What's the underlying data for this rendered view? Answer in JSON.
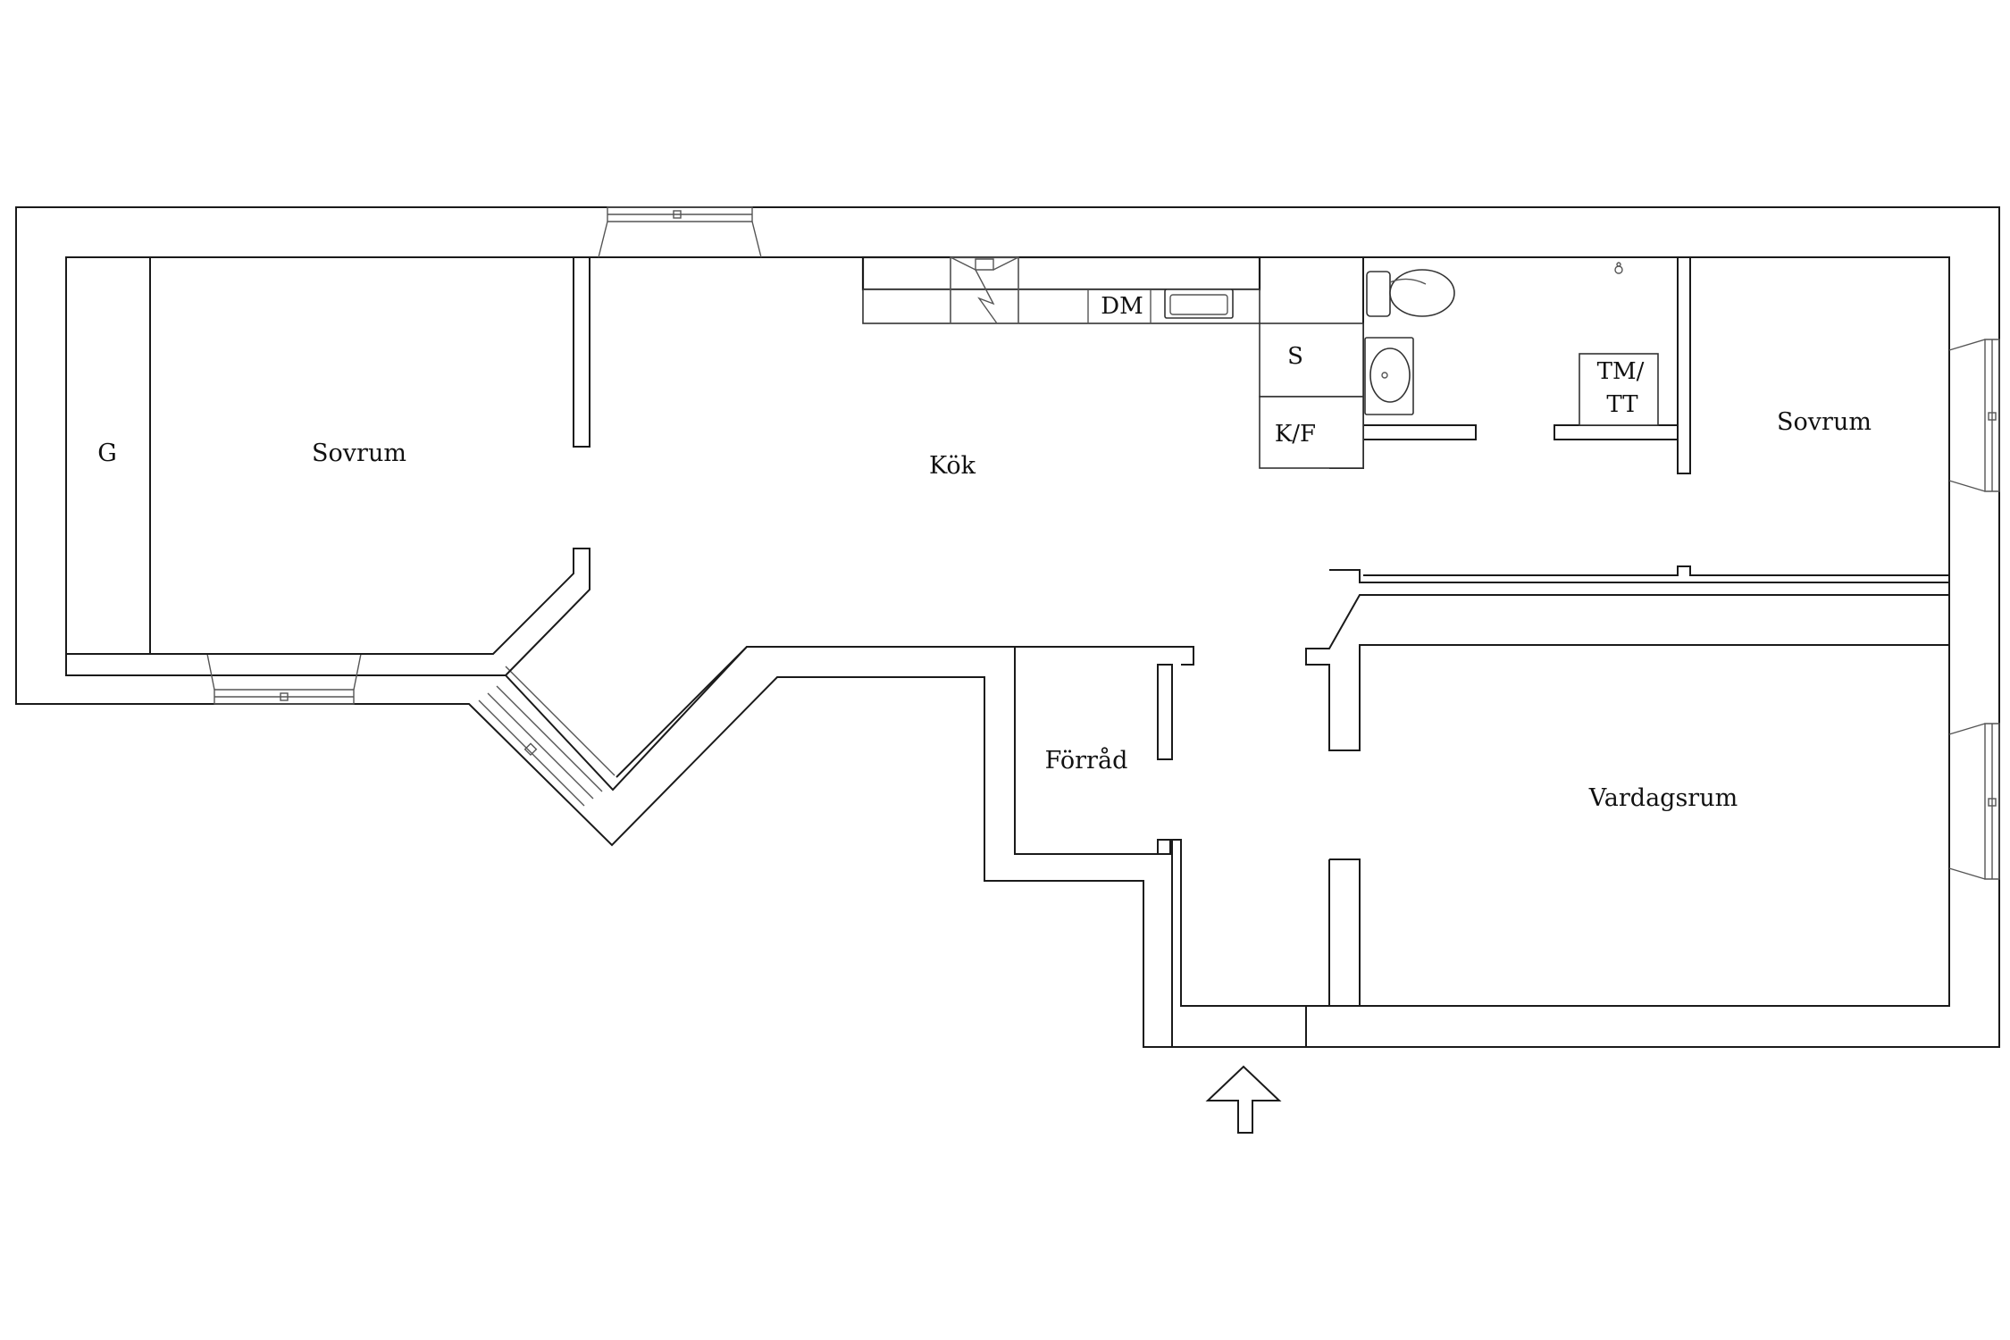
{
  "rooms": {
    "wardrobe": "G",
    "bedroom_left": "Sovrum",
    "kitchen": "Kök",
    "bedroom_right": "Sovrum",
    "storage": "Förråd",
    "living_room": "Vardagsrum"
  },
  "appliances": {
    "dishwasher": "DM",
    "stove": "S",
    "fridge_freezer": "K/F",
    "washer_dryer_line1": "TM/",
    "washer_dryer_line2": "TT"
  },
  "icons": {
    "entrance": "entrance-arrow-icon",
    "toilet": "toilet-icon",
    "sink": "bathroom-sink-icon",
    "kitchen_sink": "kitchen-sink-icon",
    "hood": "range-hood-icon",
    "shower": "shower-head-icon"
  },
  "colors": {
    "line": "#1a1a1a",
    "background": "#ffffff"
  }
}
